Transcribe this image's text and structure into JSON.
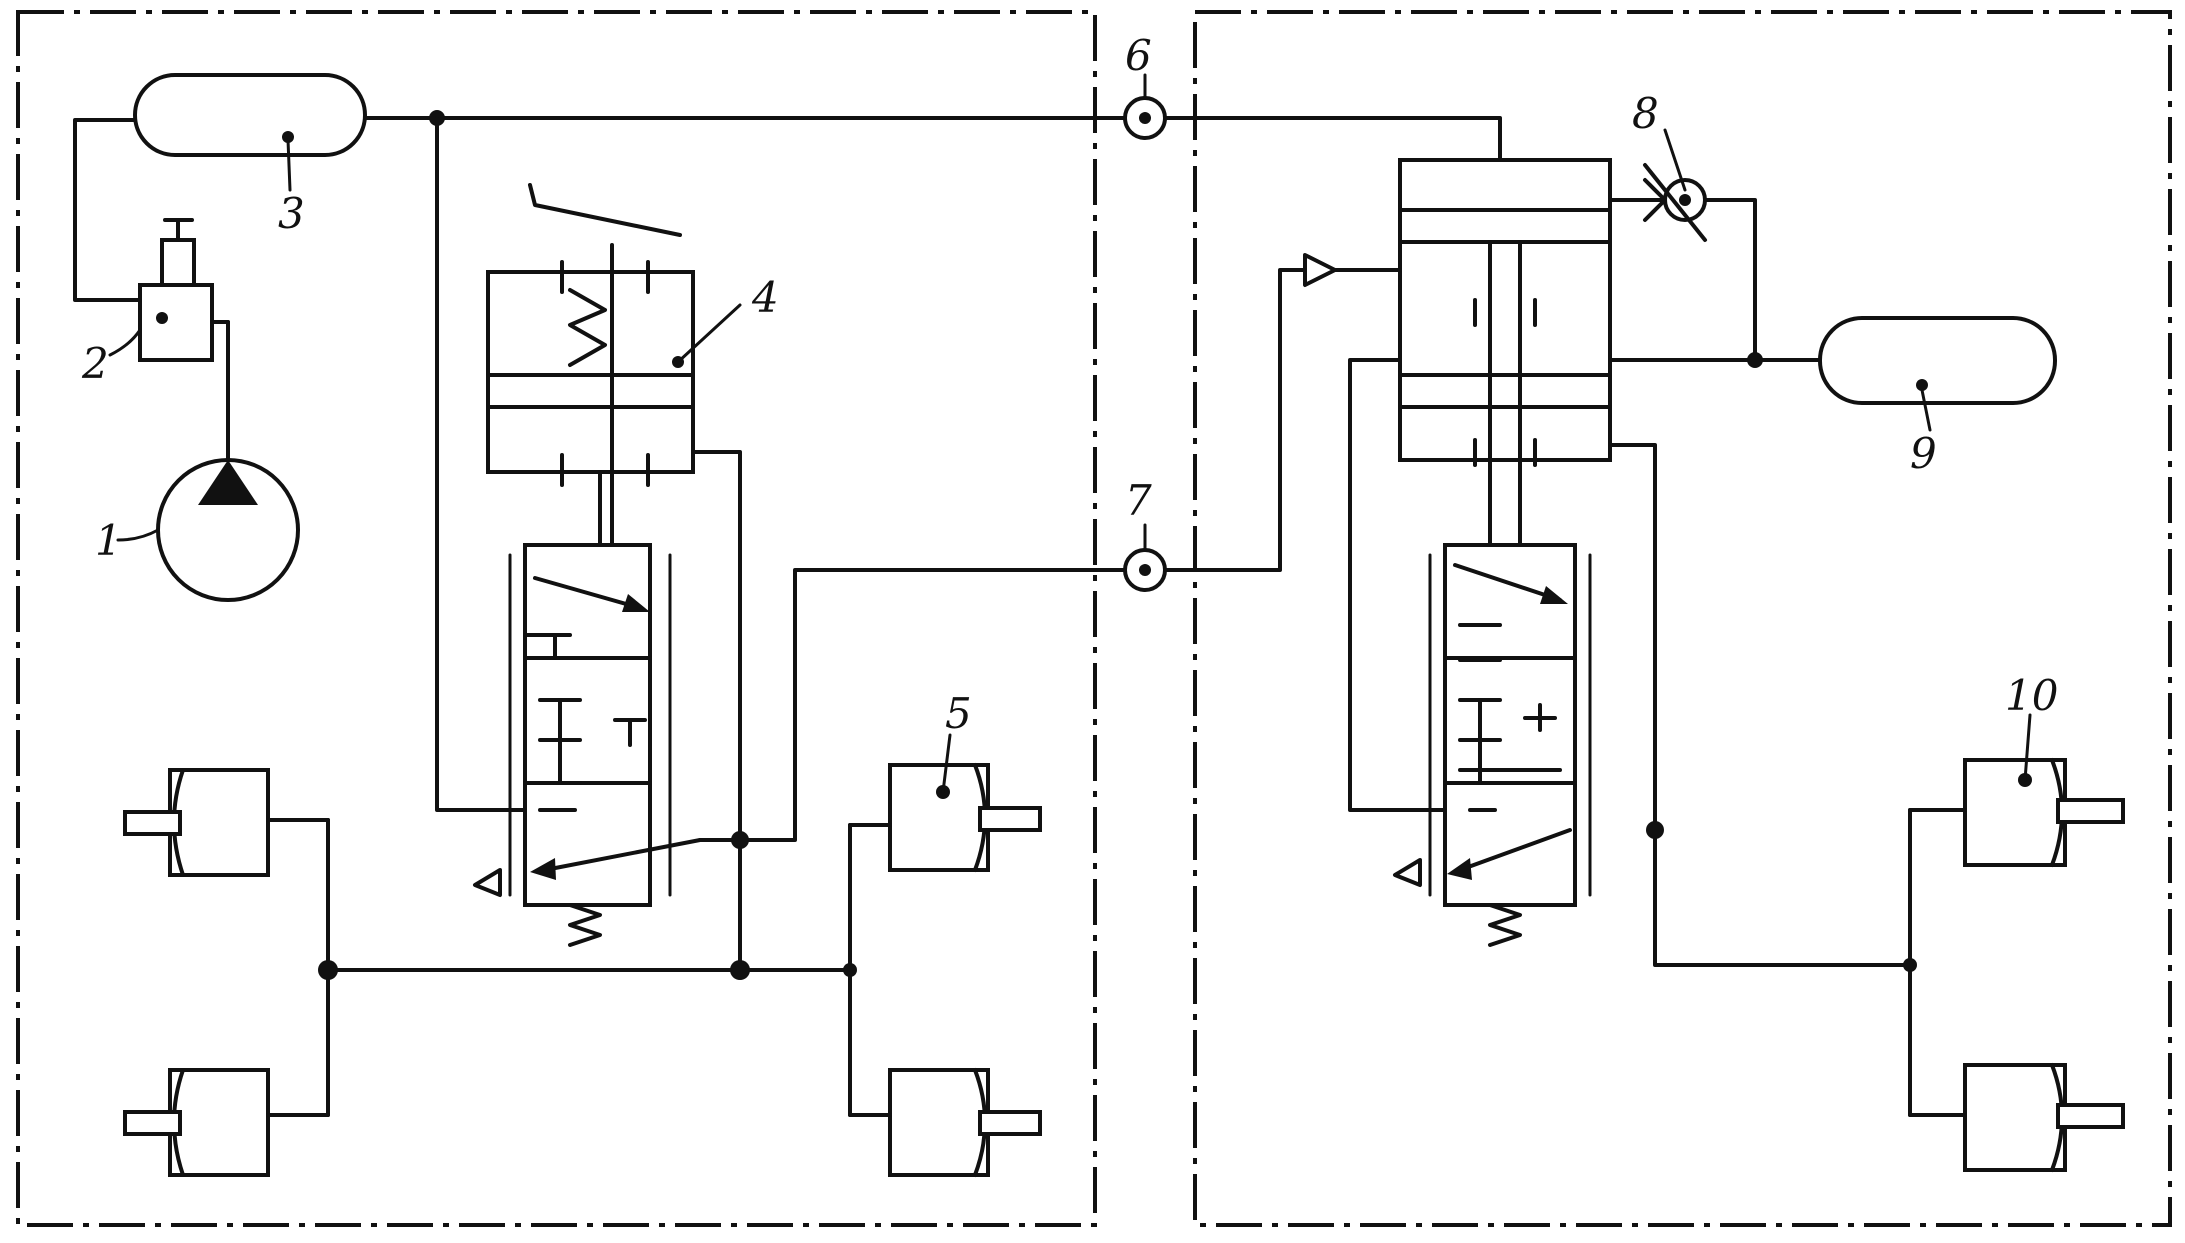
{
  "labels": {
    "compressor": "1",
    "pressure_regulator": "2",
    "main_receiver": "3",
    "brake_valve": "4",
    "tractor_brake_chamber": "5",
    "supply_coupling": "6",
    "control_coupling": "7",
    "check_valve": "8",
    "trailer_receiver": "9",
    "trailer_brake_chamber": "10"
  }
}
